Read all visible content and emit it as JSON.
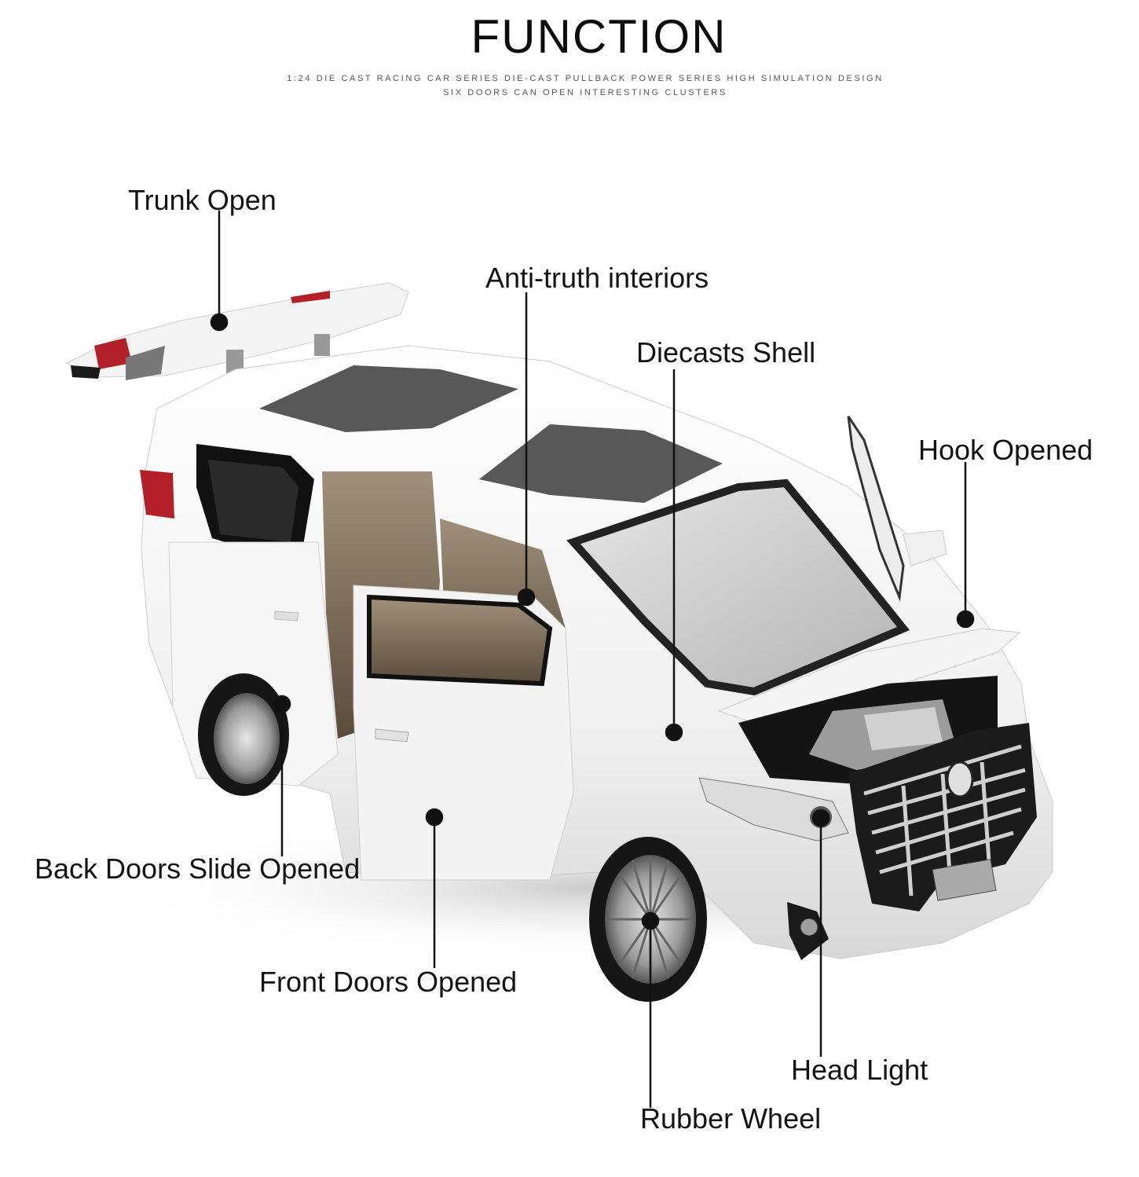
{
  "header": {
    "title": "FUNCTION",
    "subtitle_line1": "1:24 DIE CAST RACING CAR SERIES DIE-CAST PULLBACK POWER SERIES HIGH SIMULATION DESIGN",
    "subtitle_line2": "SIX DOORS CAN OPEN INTERESTING CLUSTERS"
  },
  "product": {
    "description": "White die-cast MPV model car with all doors, trunk and hood opened",
    "body_color": "#f4f4f4",
    "taillight_color": "#b3202a",
    "glass_color": "#6b6b6b",
    "interior_color": "#8a7660"
  },
  "callouts": [
    {
      "id": "trunk-open",
      "label": "Trunk Open"
    },
    {
      "id": "anti-truth-interiors",
      "label": "Anti-truth interiors"
    },
    {
      "id": "diecasts-shell",
      "label": "Diecasts Shell"
    },
    {
      "id": "hook-opened",
      "label": "Hook Opened"
    },
    {
      "id": "back-doors-slide-opened",
      "label": "Back Doors Slide Opened"
    },
    {
      "id": "front-doors-opened",
      "label": "Front Doors Opened"
    },
    {
      "id": "head-light",
      "label": "Head Light"
    },
    {
      "id": "rubber-wheel",
      "label": "Rubber Wheel"
    }
  ]
}
